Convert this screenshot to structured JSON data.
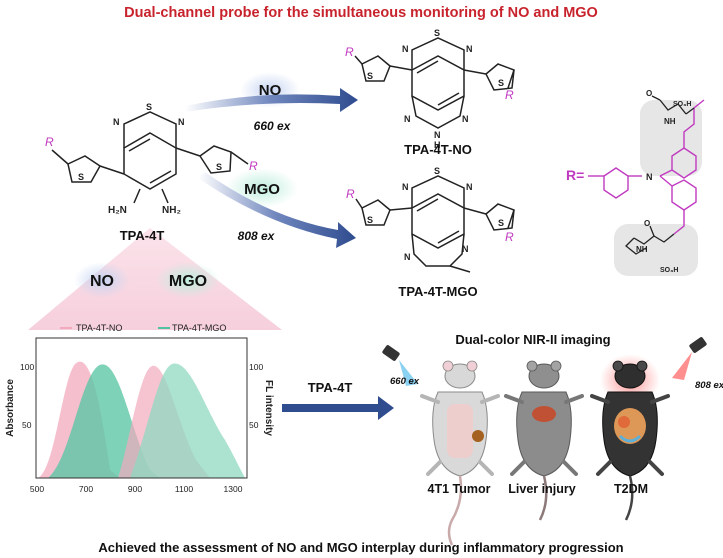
{
  "header": {
    "title": "Dual-channel probe for the simultaneous monitoring of NO and MGO"
  },
  "footer": {
    "caption": "Achieved the assessment of NO and MGO interplay during inflammatory progression"
  },
  "colors": {
    "title_red": "#c8232c",
    "arrow_blue": "#2f4c8f",
    "no_pink": "#f2a9be",
    "mgo_green": "#4fc3a1",
    "linker_magenta": "#c03ac0"
  },
  "probe": {
    "name": "TPA-4T",
    "r_label": "R",
    "s": "S",
    "n": "N",
    "nh2_left": "H₂N",
    "nh2_right": "NH₂"
  },
  "reaction_no": {
    "analyte": "NO",
    "excitation": "660 ex",
    "product": "TPA-4T-NO",
    "nh": "N",
    "h": "H"
  },
  "reaction_mgo": {
    "analyte": "MGO",
    "excitation": "808 ex",
    "product": "TPA-4T-MGO"
  },
  "r_group": {
    "label": "R=",
    "n": "N",
    "o": "O",
    "nh": "NH",
    "so3h": "SO₃H"
  },
  "analyte_badges": {
    "no": "NO",
    "mgo": "MGO"
  },
  "spectra": {
    "legend_no": "TPA-4T-NO",
    "legend_mgo": "TPA-4T-MGO",
    "y_left_label": "Absorbance",
    "y_right_label": "FL intensity",
    "y_ticks_left": [
      "100",
      "50"
    ],
    "y_ticks_right": [
      "100",
      "50"
    ],
    "x_ticks": [
      "500",
      "700",
      "900",
      "1100",
      "1300"
    ]
  },
  "imaging": {
    "title": "Dual-color NIR-II imaging",
    "probe_arrow_label": "TPA-4T",
    "laser_left": "660 ex",
    "laser_right": "808 ex",
    "models": [
      "4T1 Tumor",
      "Liver injury",
      "T2DM"
    ]
  }
}
